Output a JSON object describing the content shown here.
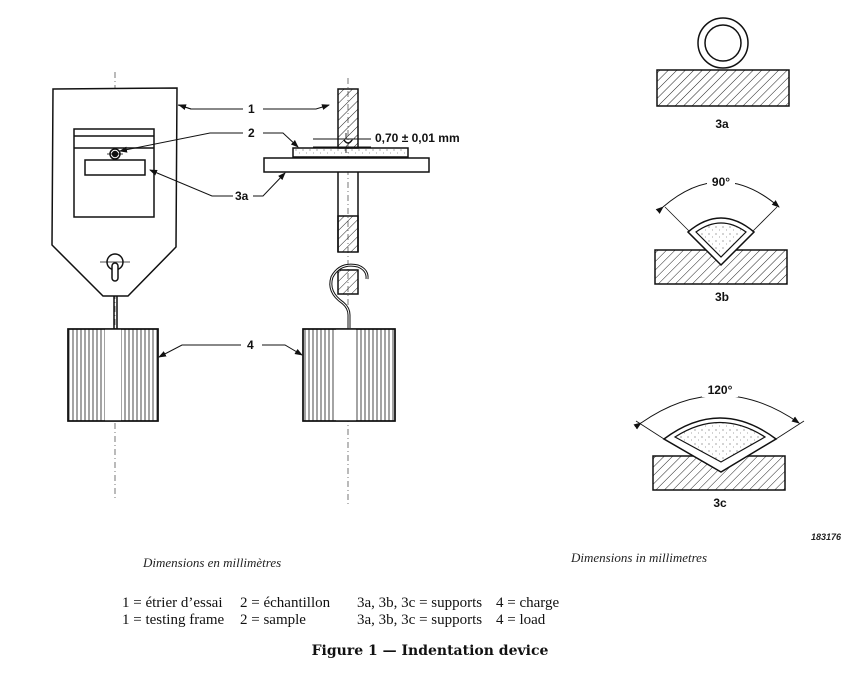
{
  "figure": {
    "caption": "Figure 1 — Indentation device",
    "callouts": {
      "frame": "1",
      "sample": "2",
      "support": "3a",
      "load": "4"
    },
    "dimension": "0,70 ± 0,01 mm",
    "supports": [
      {
        "id": "3a",
        "label": "3a",
        "angle": ""
      },
      {
        "id": "3b",
        "label": "3b",
        "angle": "90°"
      },
      {
        "id": "3c",
        "label": "3c",
        "angle": "120°"
      }
    ],
    "reference_number": "183176",
    "dimensions_note_fr": "Dimensions en millimètres",
    "dimensions_note_en": "Dimensions in millimetres"
  },
  "legend": {
    "fr": [
      {
        "key": "1",
        "text": "étrier d’essai"
      },
      {
        "key": "2",
        "text": "échantillon"
      },
      {
        "key": "3a, 3b, 3c",
        "text": "supports"
      },
      {
        "key": "4",
        "text": "charge"
      }
    ],
    "en": [
      {
        "key": "1",
        "text": "testing frame"
      },
      {
        "key": "2",
        "text": "sample"
      },
      {
        "key": "3a, 3b, 3c",
        "text": "supports"
      },
      {
        "key": "4",
        "text": "load"
      }
    ],
    "separator": "="
  }
}
